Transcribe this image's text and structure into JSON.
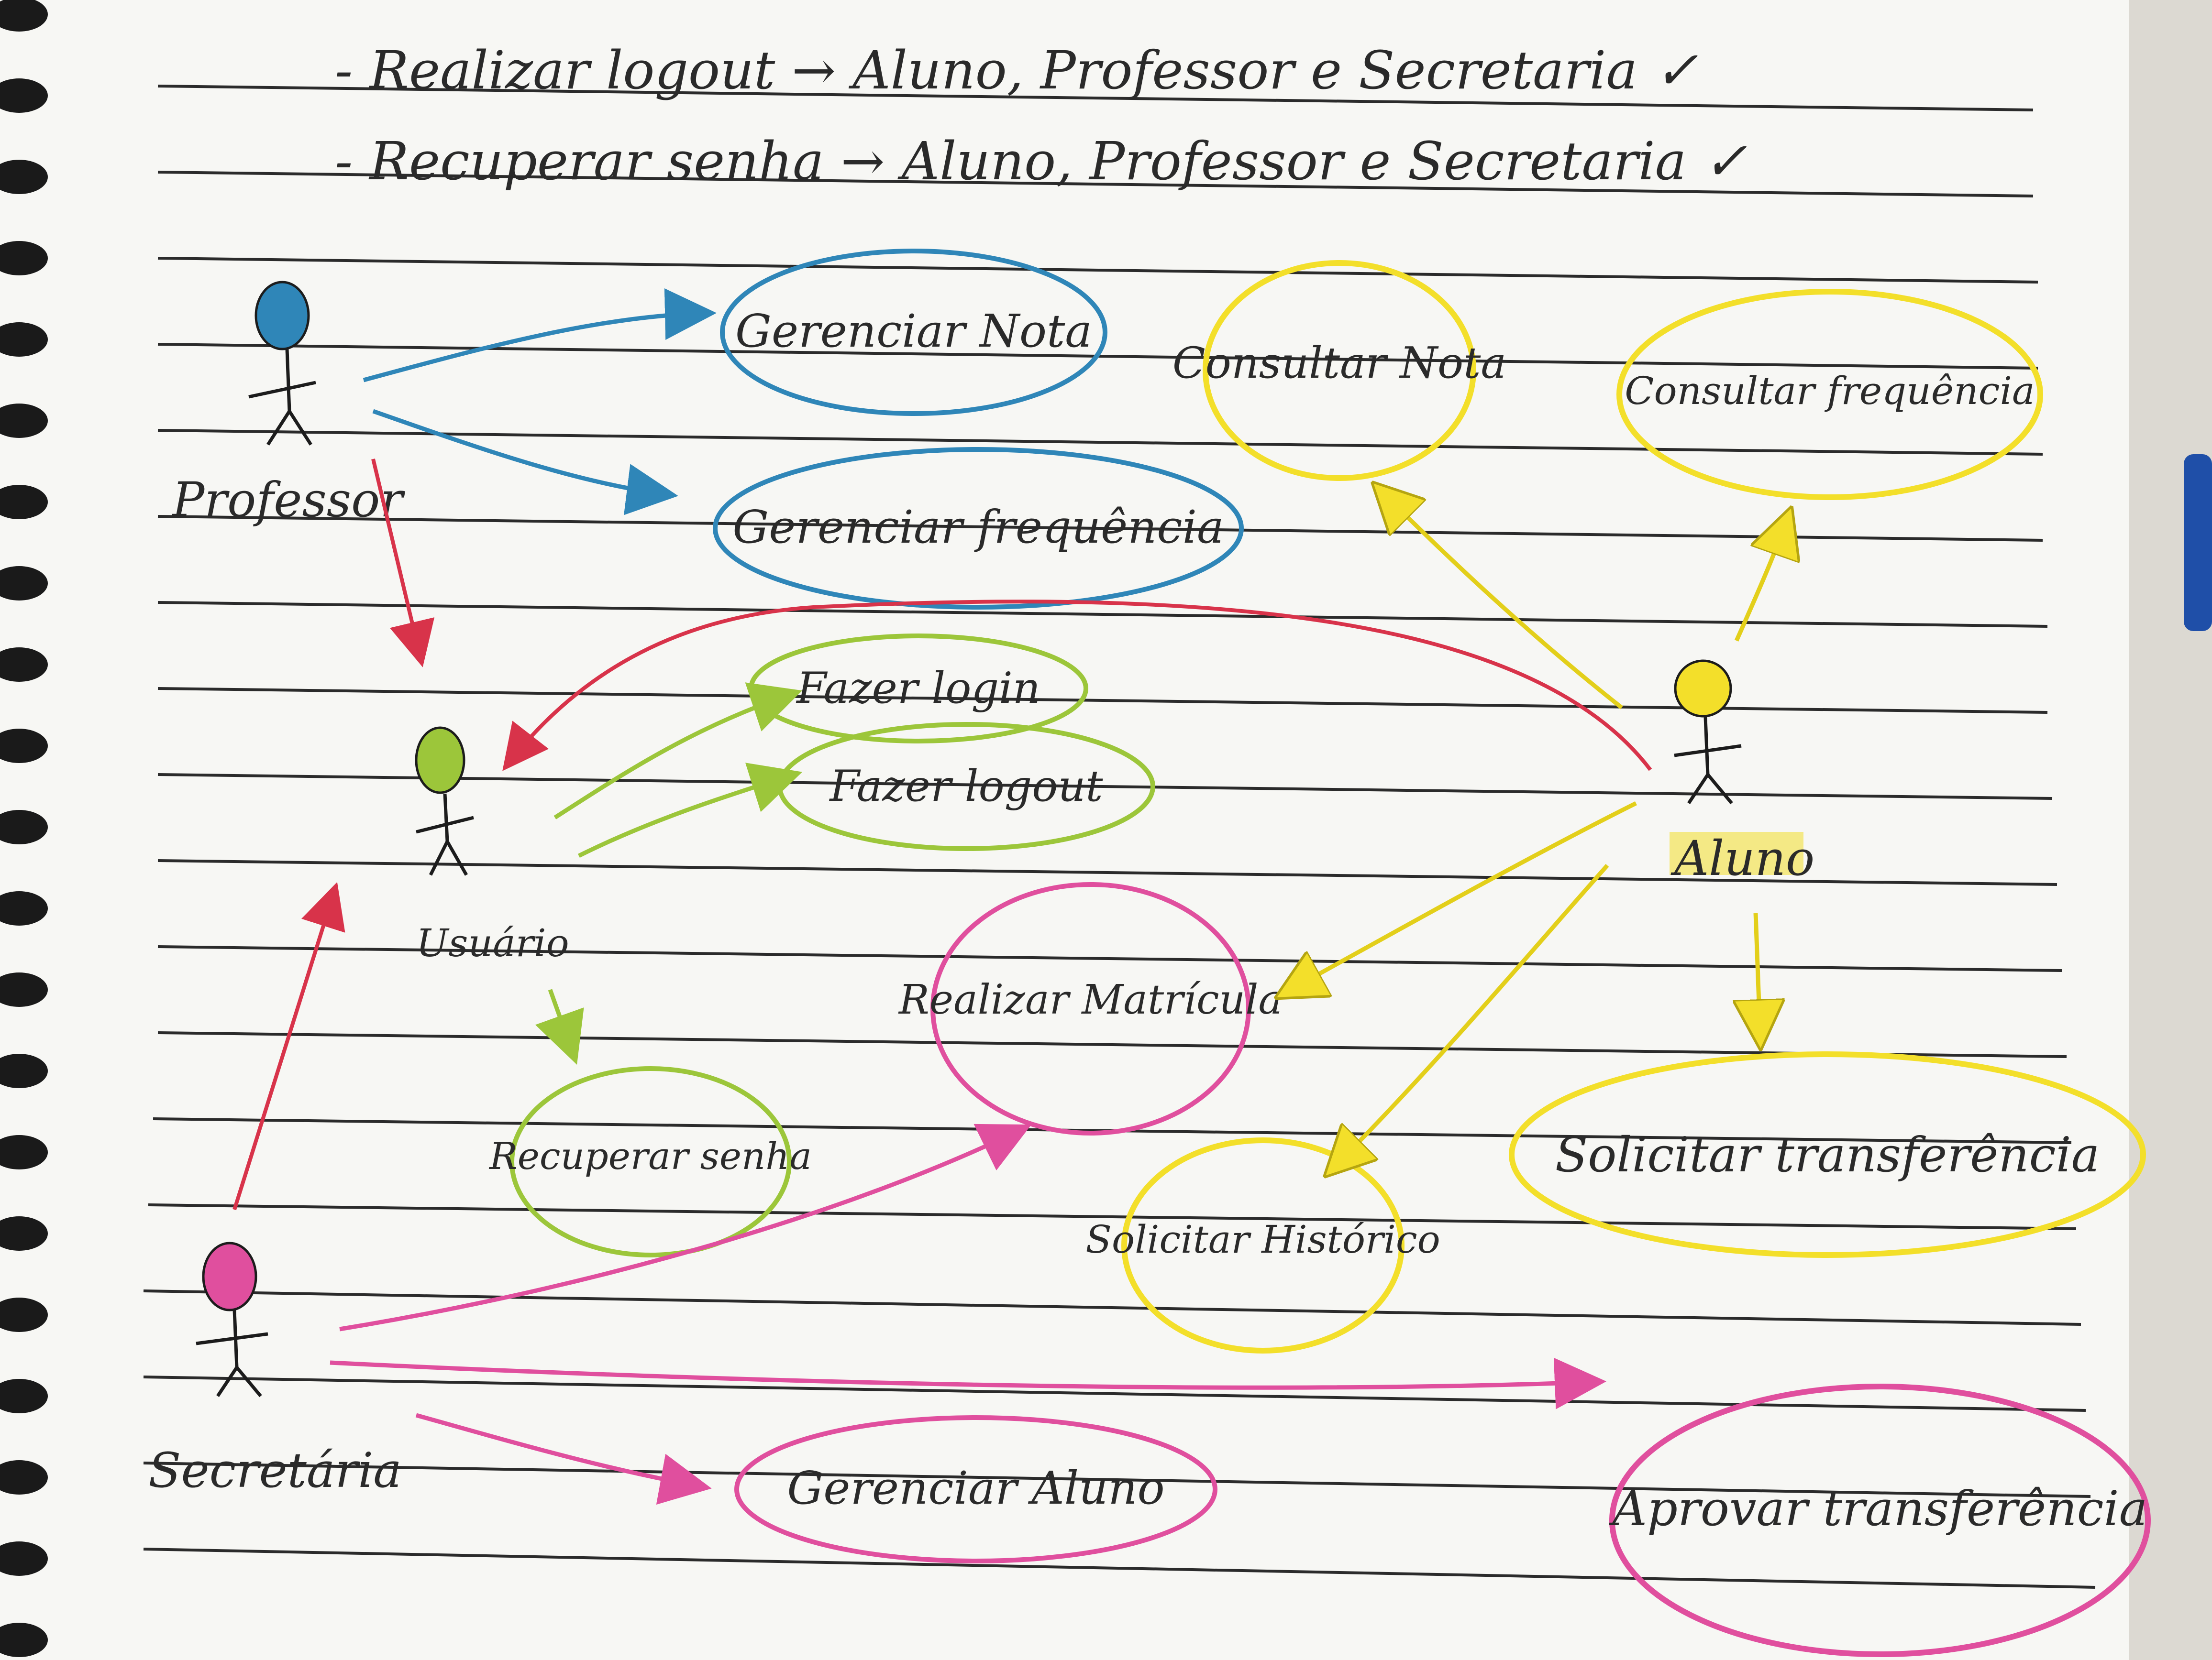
{
  "notes": [
    "- Realizar logout → Aluno, Professor e Secretaria ✓",
    "- Recuperar senha → Aluno, Professor e Secretaria ✓"
  ],
  "actors": {
    "professor": {
      "label": "Professor",
      "color": "#2f86b8"
    },
    "usuario": {
      "label": "Usuário",
      "color": "#9cc63a"
    },
    "aluno": {
      "label": "Aluno",
      "color": "#f3df2a"
    },
    "secretaria": {
      "label": "Secretária",
      "color": "#e04f9e"
    }
  },
  "use_cases": {
    "gerenciar_nota": "Gerenciar Nota",
    "gerenciar_frequencia": "Gerenciar frequência",
    "consultar_nota": "Consultar Nota",
    "consultar_frequencia": "Consultar frequência",
    "fazer_login": "Fazer login",
    "fazer_logout": "Fazer logout",
    "realizar_matricula": "Realizar Matrícula",
    "recuperar_senha": "Recuperar senha",
    "solicitar_transferencia": "Solicitar transferência",
    "solicitar_historico": "Solicitar Histórico",
    "aprovar_transferencia": "Aprovar transferência",
    "gerenciar_aluno": "Gerenciar Aluno"
  },
  "colors": {
    "paper": "#f7f7f4",
    "rule_line": "#2b2b2b",
    "ink": "#2a2a2a",
    "generalization": "#d8334a",
    "professor": "#2f86b8",
    "usuario": "#9cc63a",
    "aluno": "#f3df2a",
    "secretaria": "#e04f9e"
  }
}
